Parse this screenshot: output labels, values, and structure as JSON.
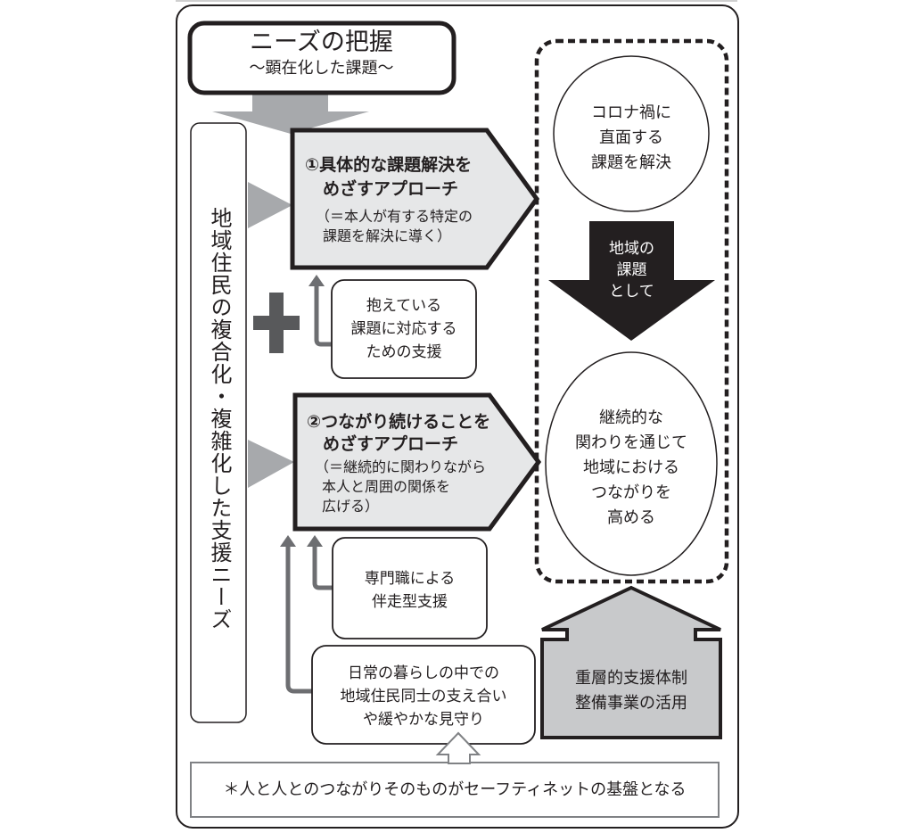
{
  "header": {
    "title": "ニーズの把握",
    "subtitle": "～顕在化した課題～"
  },
  "left_panel": {
    "label": "地域住民の複合化・複雑化した支援ニーズ"
  },
  "approach1": {
    "title_line1": "①具体的な課題解決を",
    "title_line2": "めざすアプローチ",
    "desc_line1": "（＝本人が有する特定の",
    "desc_line2": "課題を解決に導く）"
  },
  "support1": {
    "line1": "抱えている",
    "line2": "課題に対応する",
    "line3": "ための支援"
  },
  "approach2": {
    "title_line1": "②つながり続けることを",
    "title_line2": "めざすアプローチ",
    "desc_line1": "（＝継続的に関わりながら",
    "desc_line2": "本人と周囲の関係を",
    "desc_line3": "広げる）"
  },
  "support2": {
    "line1": "専門職による",
    "line2": "伴走型支援"
  },
  "support3": {
    "line1": "日常の暮らしの中での",
    "line2": "地域住民同士の支え合い",
    "line3": "や緩やかな見守り"
  },
  "right_panel": {
    "circle1": {
      "line1": "コロナ禍に",
      "line2": "直面する",
      "line3": "課題を解決"
    },
    "down_arrow": {
      "line1": "地域の",
      "line2": "課題",
      "line3": "として"
    },
    "circle2": {
      "line1": "継続的な",
      "line2": "関わりを通じて",
      "line3": "地域における",
      "line4": "つながりを",
      "line5": "高める"
    }
  },
  "house": {
    "line1": "重層的支援体制",
    "line2": "整備事業の活用"
  },
  "footer": {
    "text": "＊人と人とのつながりそのものがセーフティネットの基盤となる"
  },
  "colors": {
    "dark": "#231f20",
    "light_gray_fill": "#e6e7e8",
    "mid_gray_fill": "#c8c9cb",
    "arrow_gray": "#a7a9ac",
    "connector_gray": "#6d6e71",
    "plus_gray": "#58595b"
  }
}
